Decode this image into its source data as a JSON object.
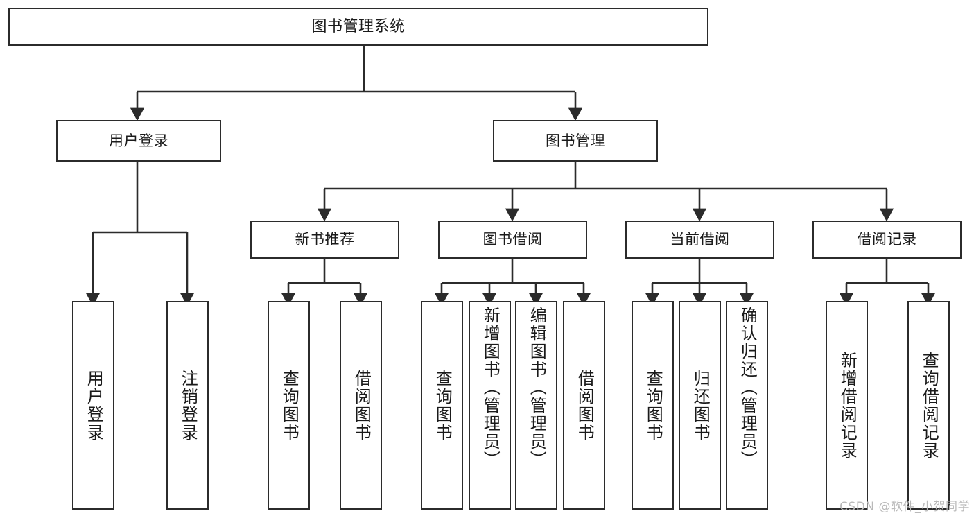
{
  "diagram": {
    "type": "tree-hierarchy-chart",
    "title": "图书管理系统",
    "line_color": "#2b2b2b",
    "box_fill": "#ffffff",
    "text_color": "#1a1a1a",
    "root": {
      "label": "图书管理系统"
    },
    "level1": [
      {
        "label": "用户登录"
      },
      {
        "label": "图书管理"
      }
    ],
    "level2": [
      {
        "label": "新书推荐"
      },
      {
        "label": "图书借阅"
      },
      {
        "label": "当前借阅"
      },
      {
        "label": "借阅记录"
      }
    ],
    "leaves": {
      "user_login": [
        {
          "label": "用户登录"
        },
        {
          "label": "注销登录"
        }
      ],
      "new_book_recommend": [
        {
          "label": "查询图书"
        },
        {
          "label": "借阅图书"
        }
      ],
      "book_borrow": [
        {
          "label": "查询图书"
        },
        {
          "label": "新增图书（管理员）"
        },
        {
          "label": "编辑图书（管理员）"
        },
        {
          "label": "借阅图书"
        }
      ],
      "current_borrow": [
        {
          "label": "查询图书"
        },
        {
          "label": "归还图书"
        },
        {
          "label": "确认归还（管理员）"
        }
      ],
      "borrow_record": [
        {
          "label": "新增借阅记录"
        },
        {
          "label": "查询借阅记录"
        }
      ]
    }
  },
  "watermark": {
    "text": "CSDN @软件_小贺同学"
  }
}
